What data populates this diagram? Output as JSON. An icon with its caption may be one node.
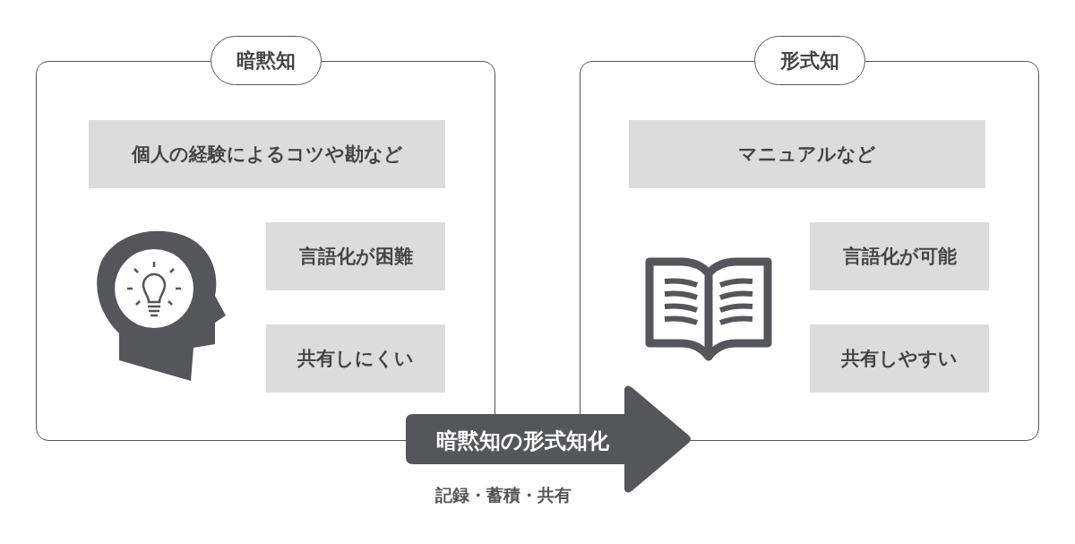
{
  "diagram": {
    "nodes": [
      {
        "text": [
          "暗黙知"
        ]
      },
      {
        "text": [
          "個人の経験によるコツや勘など"
        ],
        "in": 0
      },
      {
        "text": [
          "言語化が困難"
        ],
        "in": 0
      },
      {
        "text": [
          "共有しにくい"
        ],
        "in": 0
      },
      {
        "text": [
          "形式知"
        ]
      },
      {
        "text": [
          "マニュアルなど"
        ],
        "in": 4
      },
      {
        "text": [
          "言語化が可能"
        ],
        "in": 4
      },
      {
        "text": [
          "共有しやすい"
        ],
        "in": 4
      },
      {
        "text": [
          "暗黙知の形式知化"
        ],
        "beside": [
          "記録・蓄積・共有"
        ]
      }
    ]
  }
}
